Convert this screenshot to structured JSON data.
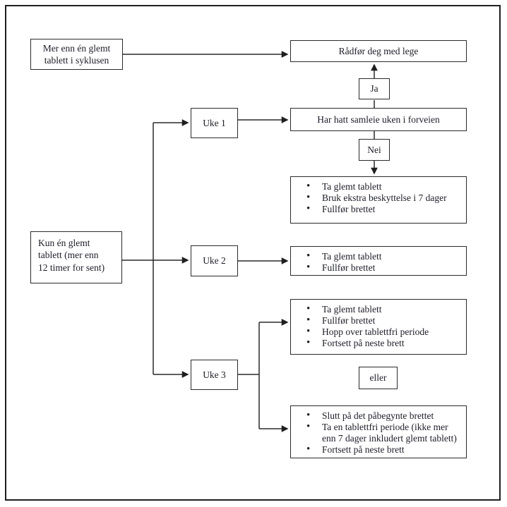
{
  "page": {
    "background_color": "#ffffff",
    "border_color": "#1f1f1f",
    "text_color": "#1c1c28",
    "line_color": "#2a2a2a"
  },
  "nodes": {
    "more_than_one": {
      "label": "Mer enn én glemt tablett i syklusen"
    },
    "consult_doctor": {
      "label": "Rådfør deg med lege"
    },
    "yes": {
      "label": "Ja"
    },
    "intercourse_question": {
      "label": "Har hatt samleie uken i forveien"
    },
    "no": {
      "label": "Nei"
    },
    "week1_actions": {
      "items": [
        "Ta glemt tablett",
        "Bruk ekstra beskyttelse i 7 dager",
        "Fullfør brettet"
      ]
    },
    "one_missed": {
      "label": "Kun én glemt tablett (mer enn 12 timer for sent)"
    },
    "week1": {
      "label": "Uke 1"
    },
    "week2": {
      "label": "Uke 2"
    },
    "week3": {
      "label": "Uke 3"
    },
    "week2_actions": {
      "items": [
        "Ta glemt tablett",
        "Fullfør brettet"
      ]
    },
    "week3_option_a": {
      "items": [
        "Ta glemt tablett",
        "Fullfør brettet",
        "Hopp over tablettfri periode",
        "Fortsett på neste brett"
      ]
    },
    "or": {
      "label": "eller"
    },
    "week3_option_b": {
      "items": [
        "Slutt på det påbegynte brettet",
        "Ta en tablettfri periode (ikke mer enn 7 dager inkludert glemt tablett)",
        "Fortsett på neste brett"
      ]
    }
  }
}
